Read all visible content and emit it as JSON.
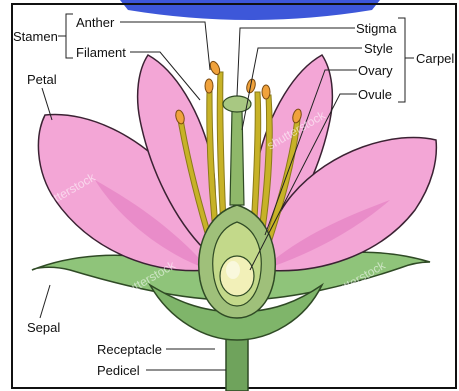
{
  "labels": {
    "stamen": "Stamen",
    "anther": "Anther",
    "filament": "Filament",
    "petal": "Petal",
    "stigma": "Stigma",
    "style": "Style",
    "ovary": "Ovary",
    "ovule": "Ovule",
    "carpel": "Carpel",
    "sepal": "Sepal",
    "receptacle": "Receptacle",
    "pedicel": "Pedicel"
  },
  "watermark": "shutterstock",
  "colors": {
    "petal": "#f3a6d6",
    "petal_dark": "#e27cc0",
    "petal_outline": "#3b2233",
    "sepal": "#8fc47a",
    "stem": "#6fa35c",
    "filament": "#c7b227",
    "anther": "#f0a23c",
    "carpel": "#9fc07a",
    "ovule": "#f2f0b8",
    "header_band": "#3d57d9",
    "line": "#222222"
  }
}
